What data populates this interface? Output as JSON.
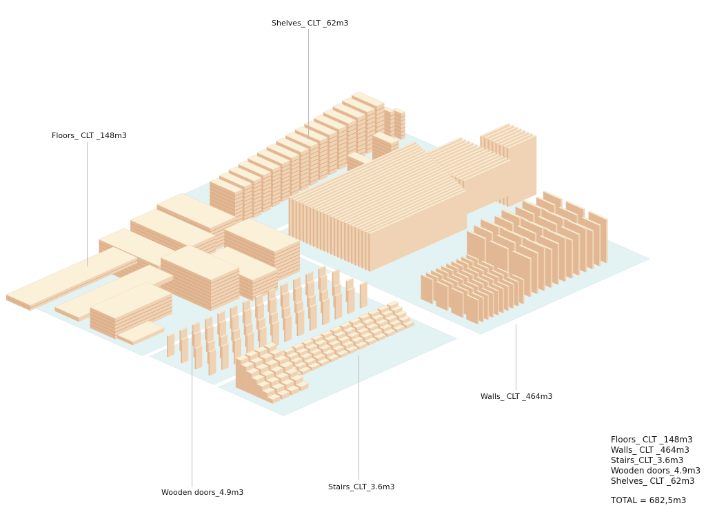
{
  "labels": {
    "shelves": "Shelves_ CLT _62m3",
    "floors": "Floors_ CLT _148m3",
    "walls": "Walls_ CLT _464m3",
    "doors": "Wooden doors_4.9m3",
    "stairs": "Stairs_CLT_3.6m3"
  },
  "legend": {
    "items": [
      "Floors_ CLT _148m3",
      "Walls_ CLT _464m3",
      "Stairs_CLT_3.6m3",
      "Wooden doors_4.9m3",
      "Shelves_ CLT _62m3"
    ],
    "total": "TOTAL = 682,5m3"
  },
  "colors": {
    "platform": "#e3f2f3",
    "wood_top": "#fbf0d8",
    "wood_side_front": "#f0d3b4",
    "wood_side_left": "#e2b894",
    "layer_line": "#d4a27c"
  }
}
